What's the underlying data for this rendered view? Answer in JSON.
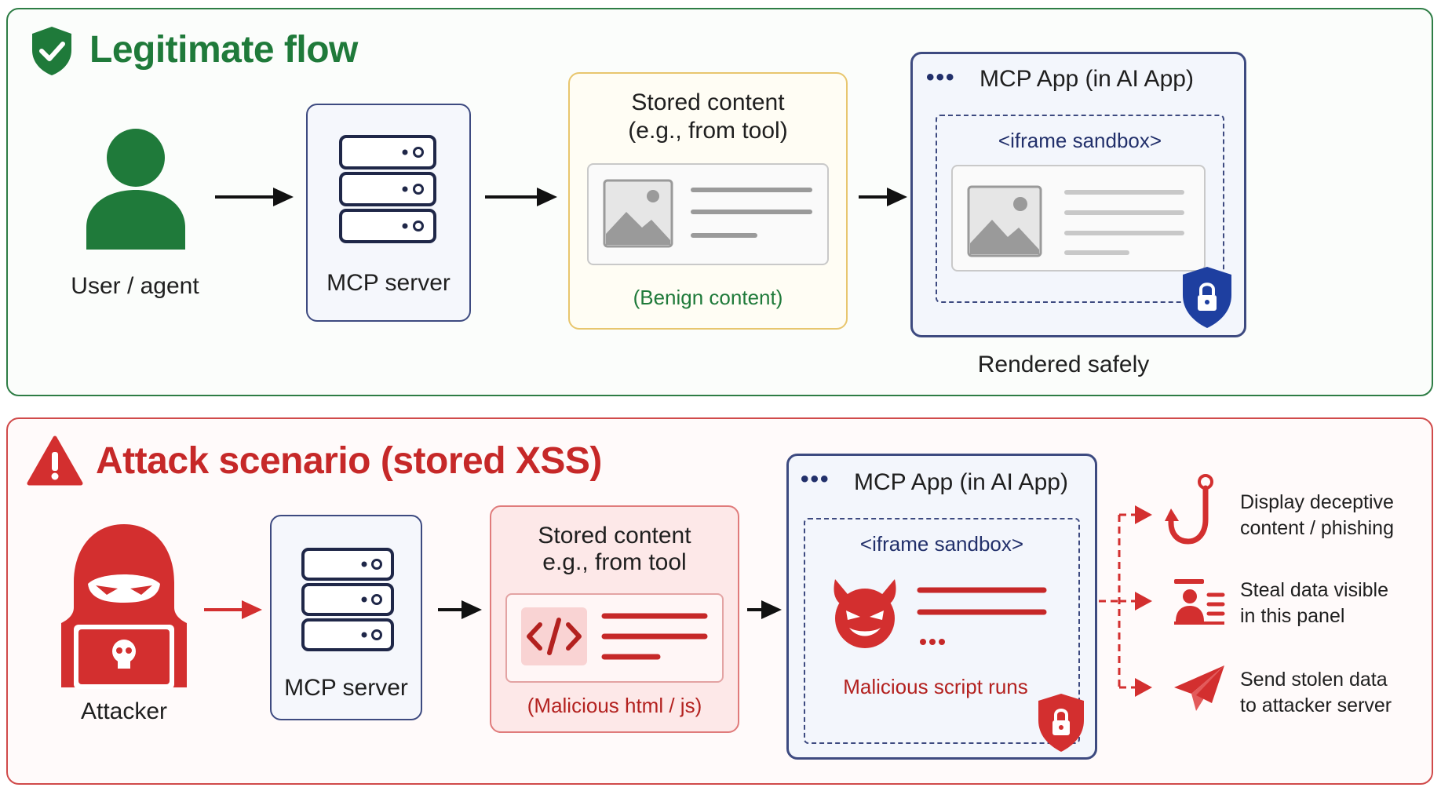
{
  "legit": {
    "title": "Legitimate flow",
    "user_label": "User / agent",
    "server_label": "MCP server",
    "stored_title_1": "Stored content",
    "stored_title_2": "(e.g., from tool)",
    "stored_caption": "(Benign content)",
    "app_title": "MCP App (in AI App)",
    "iframe_label": "<iframe sandbox>",
    "rendered_label": "Rendered safely"
  },
  "attack": {
    "title": "Attack scenario (stored XSS)",
    "attacker_label": "Attacker",
    "server_label": "MCP server",
    "stored_title_1": "Stored content",
    "stored_title_2": "e.g., from tool",
    "stored_caption": "(Malicious html / js)",
    "app_title": "MCP App (in AI App)",
    "iframe_label": "<iframe sandbox>",
    "script_label": "Malicious script runs",
    "outcomes": [
      {
        "line1": "Display deceptive",
        "line2": "content / phishing",
        "icon": "hook-icon"
      },
      {
        "line1": "Steal data visible",
        "line2": "in this panel",
        "icon": "id-card-icon"
      },
      {
        "line1": "Send stolen data",
        "line2": "to attacker server",
        "icon": "paper-plane-icon"
      }
    ]
  },
  "colors": {
    "green": "#1f7a3a",
    "red": "#c62828",
    "navy": "#22306b",
    "yellow": "#e8c66e"
  }
}
